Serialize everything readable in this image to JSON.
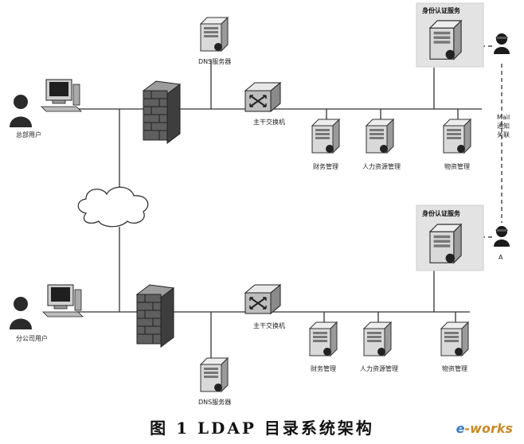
{
  "figure": {
    "caption": "图 1   LDAP 目录系统架构",
    "logo_text": "e-works",
    "top_site": {
      "dns_server": "DNS服务器",
      "core_switch": "主干交换机",
      "hq_user": "总部用户",
      "finance": "财务管理",
      "hr": "人力资源管理",
      "logistics": "物资管理",
      "auth_server": "身份认证服务",
      "admin_label": "",
      "mail_notify": "Mail\n通知\n关联"
    },
    "bottom_site": {
      "dns_server": "DNS服务器",
      "core_switch": "主干交换机",
      "branch_user": "分公司用户",
      "finance": "财务管理",
      "hr": "人力资源管理",
      "logistics": "物资管理",
      "auth_server": "身份认证服务",
      "admin_label": "A"
    }
  }
}
